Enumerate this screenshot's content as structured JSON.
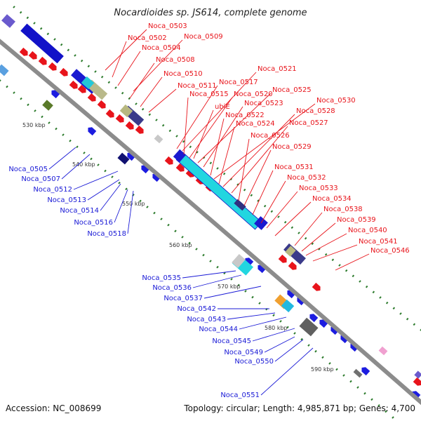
{
  "title": "Nocardioides sp. JS614, complete genome",
  "accession": "Accession: NC_008699",
  "summary": "Topology: circular; Length: 4,985,871 bp; Genes: 4,700",
  "colors": {
    "forward_label": "#e8141b",
    "reverse_label": "#1a1ad6",
    "backbone": "#8c8c8c",
    "tick": "#2a7a2a"
  },
  "kbp_ticks": [
    "530 kbp",
    "540 kbp",
    "550 kbp",
    "560 kbp",
    "570 kbp",
    "580 kbp",
    "590 kbp"
  ],
  "forward_genes": [
    "Noca_0503",
    "Noca_0502",
    "Noca_0509",
    "Noca_0504",
    "Noca_0508",
    "Noca_0510",
    "Noca_0511",
    "Noca_0517",
    "Noca_0521",
    "Noca_0515",
    "Noca_0520",
    "Noca_0525",
    "ubiE",
    "Noca_0523",
    "Noca_0530",
    "Noca_0522",
    "Noca_0528",
    "Noca_0524",
    "Noca_0527",
    "Noca_0526",
    "Noca_0529",
    "Noca_0531",
    "Noca_0532",
    "Noca_0533",
    "Noca_0534",
    "Noca_0538",
    "Noca_0539",
    "Noca_0540",
    "Noca_0541",
    "Noca_0546"
  ],
  "reverse_genes": [
    "Noca_0505",
    "Noca_0507",
    "Noca_0512",
    "Noca_0513",
    "Noca_0514",
    "Noca_0516",
    "Noca_0518",
    "Noca_0535",
    "Noca_0536",
    "Noca_0537",
    "Noca_0542",
    "Noca_0543",
    "Noca_0544",
    "Noca_0545",
    "Noca_0549",
    "Noca_0550",
    "Noca_0551"
  ]
}
